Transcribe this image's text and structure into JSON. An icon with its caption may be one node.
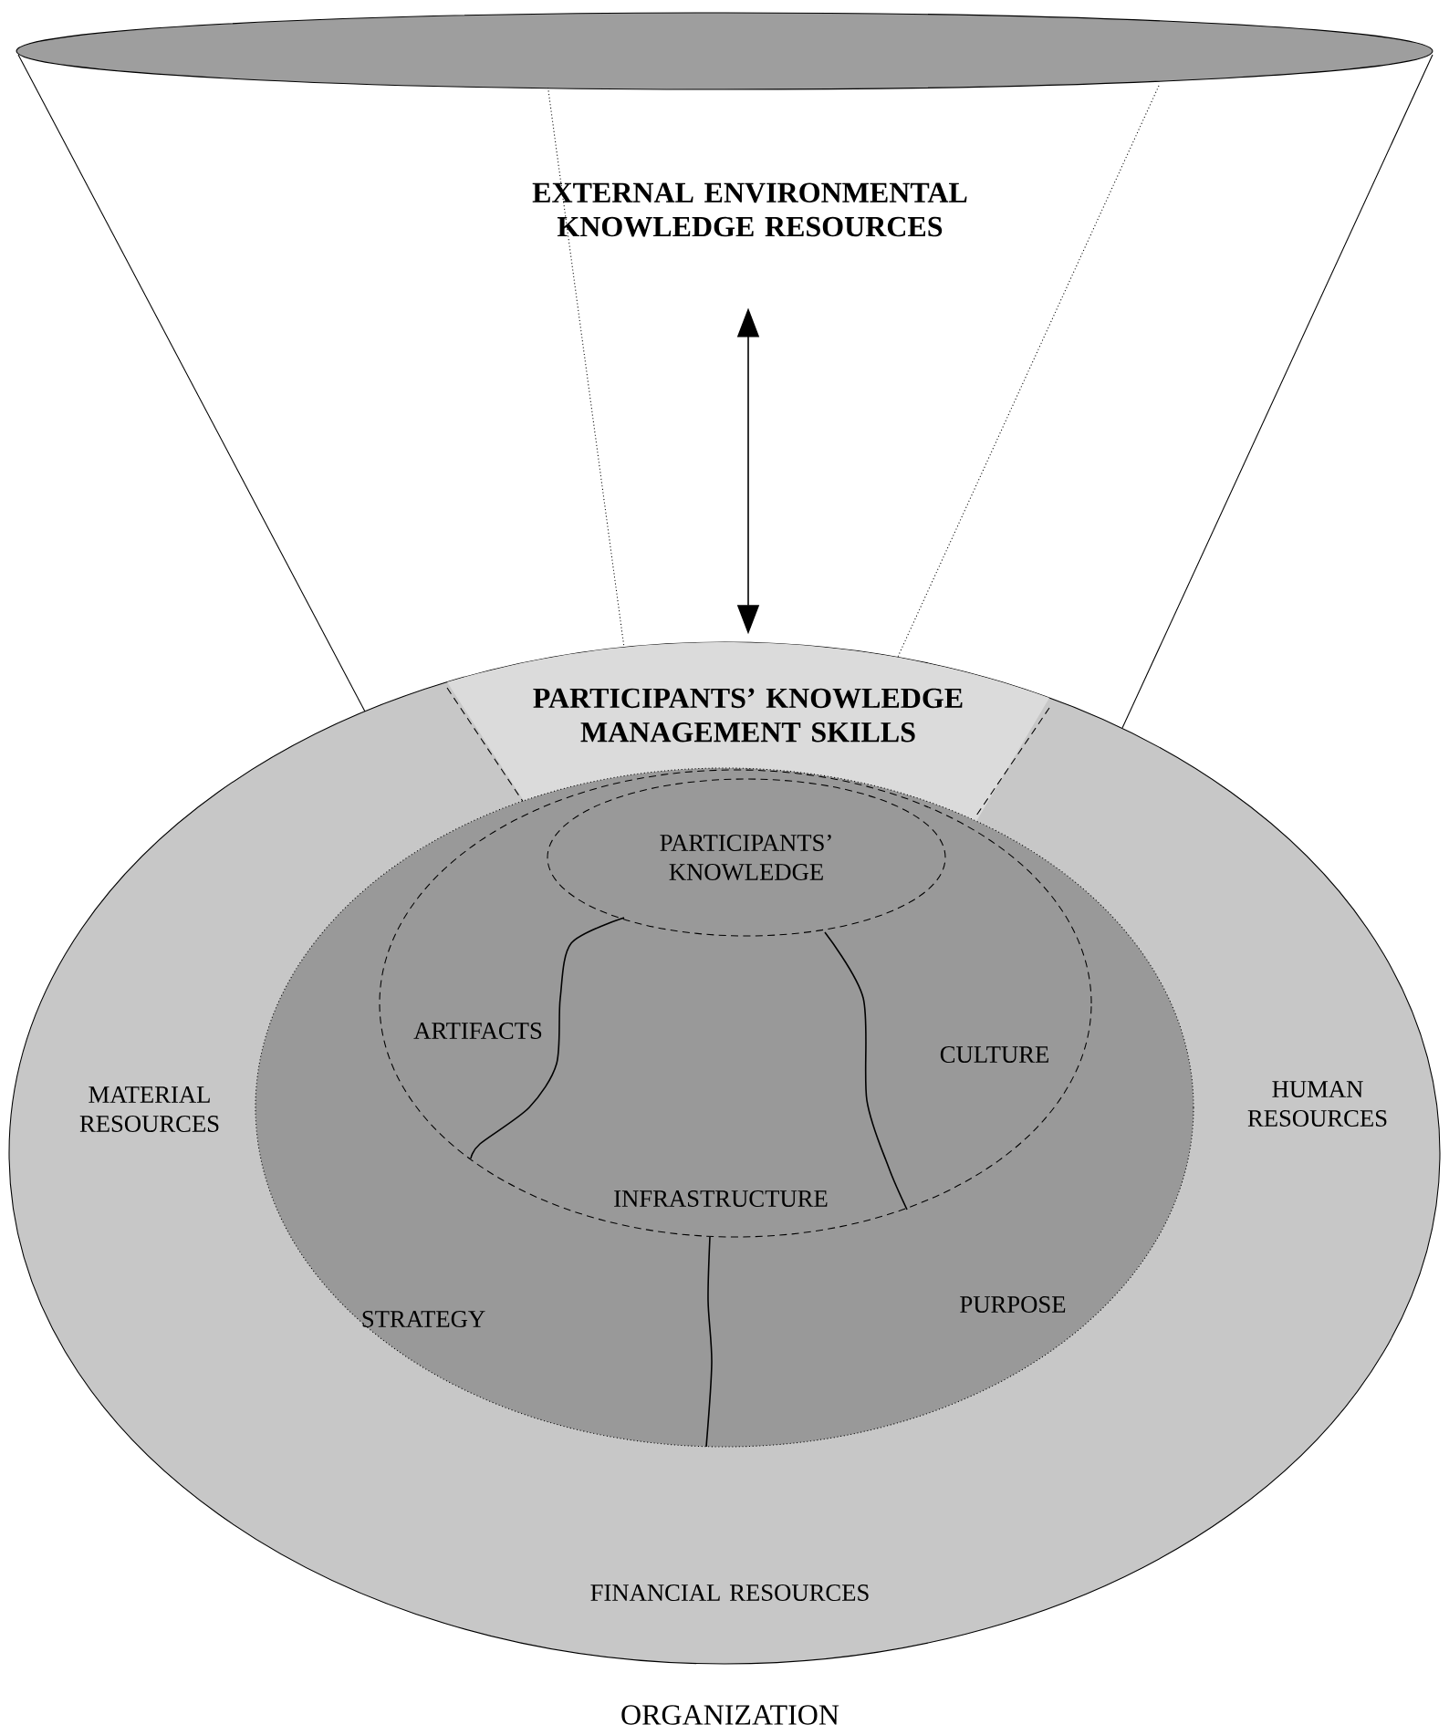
{
  "diagram": {
    "nodes": [
      {
        "text": [
          "EXTERNAL ENVIRONMENTAL KNOWLEDGE RESOURCES"
        ]
      },
      {
        "text": [
          "MATERIAL RESOURCES",
          "HUMAN RESOURCES",
          "FINANCIAL RESOURCES"
        ],
        "beside": [
          "ORGANIZATION"
        ]
      },
      {
        "text": [
          "PARTICIPANTS’ KNOWLEDGE MANAGEMENT SKILLS"
        ],
        "in": 1
      },
      {
        "text": [
          "STRATEGY",
          "PURPOSE"
        ],
        "in": 1
      },
      {
        "text": [
          "ARTIFACTS",
          "CULTURE",
          "INFRASTRUCTURE"
        ],
        "in": 3
      },
      {
        "text": [
          "PARTICIPANTS’ KNOWLEDGE"
        ],
        "in": 4
      }
    ],
    "edges": [
      {
        "from": 0,
        "to": 2,
        "arrow": "both"
      }
    ]
  }
}
